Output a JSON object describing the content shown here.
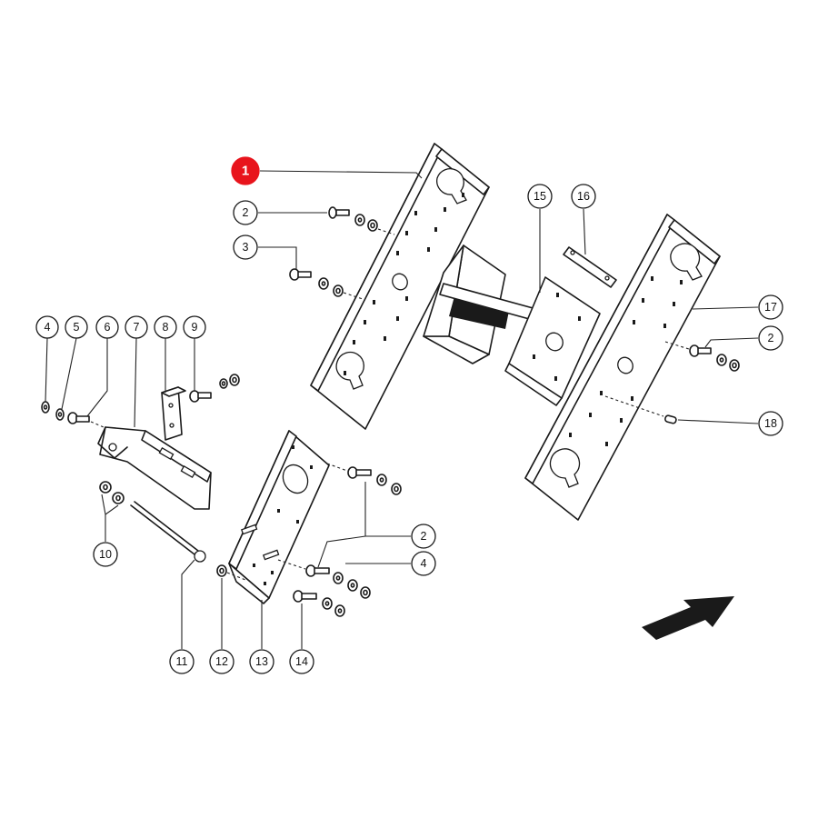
{
  "callouts": {
    "c1": "1",
    "c2a": "2",
    "c3": "3",
    "c4a": "4",
    "c5": "5",
    "c6": "6",
    "c7": "7",
    "c8": "8",
    "c9": "9",
    "c10": "10",
    "c11": "11",
    "c12": "12",
    "c13": "13",
    "c14": "14",
    "c15": "15",
    "c16": "16",
    "c17": "17",
    "c2b": "2",
    "c18": "18",
    "c2c": "2",
    "c4b": "4"
  },
  "colors": {
    "highlight": "#e8141c",
    "line": "#1a1a1a",
    "background": "#ffffff"
  },
  "icons": {
    "direction": "direction-arrow-icon"
  }
}
